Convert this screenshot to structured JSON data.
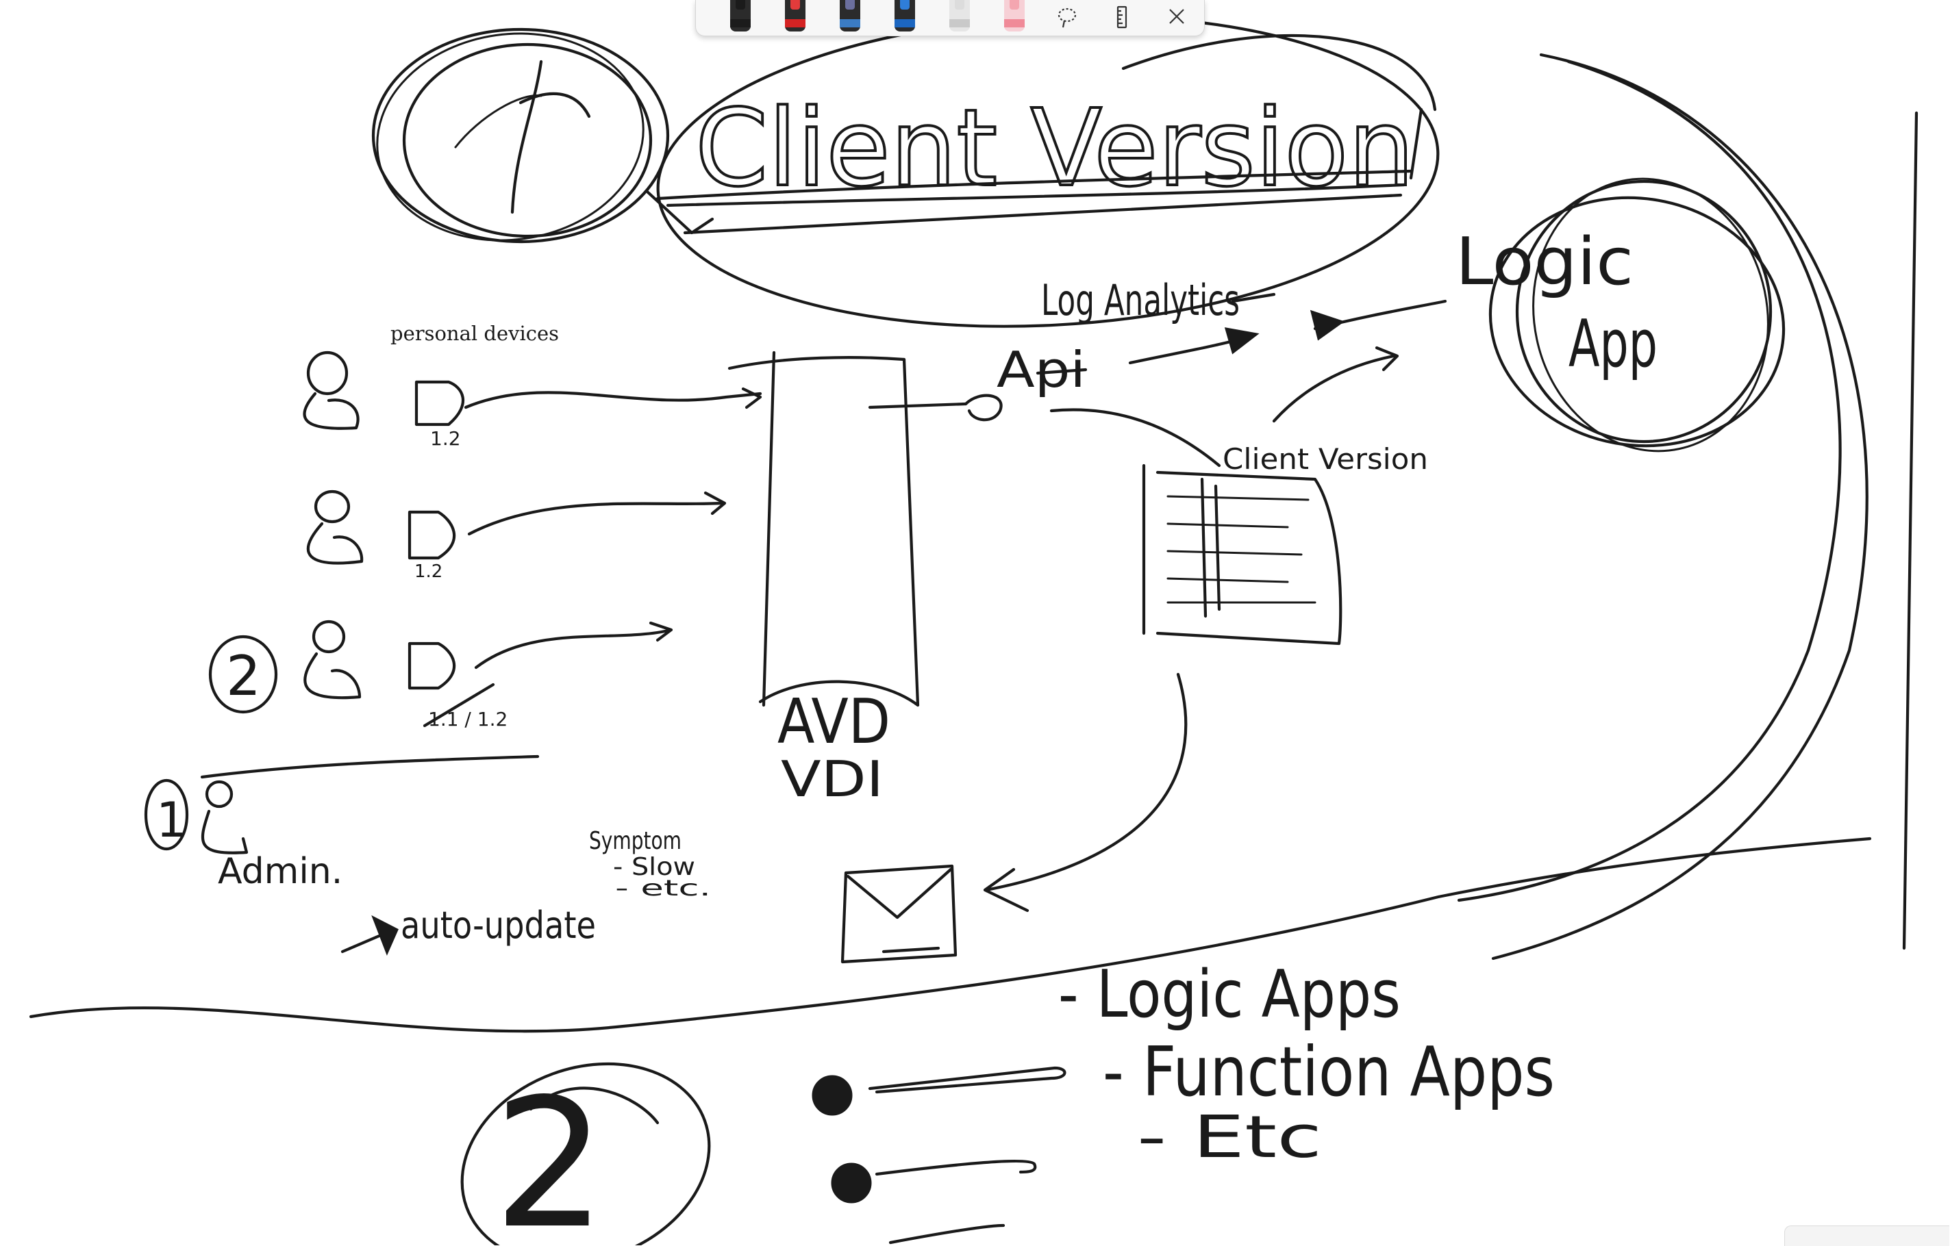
{
  "toolbar": {
    "tools": [
      {
        "name": "black-pen",
        "color": "#1b1b1b",
        "band": "#1b1b1b"
      },
      {
        "name": "red-pen",
        "color": "#e23b3b",
        "band": "#d42323"
      },
      {
        "name": "galaxy-pen",
        "color": "#6b6f9e",
        "band": "#3b7cc4"
      },
      {
        "name": "blue-pen",
        "color": "#2f7ed8",
        "band": "#1c66c0"
      },
      {
        "name": "pencil",
        "color": "#dcdcdc",
        "band": "#c9c9c9"
      },
      {
        "name": "highlighter",
        "color": "#f4a6b0",
        "band": "#f08a98"
      }
    ],
    "icons": [
      "lasso-select-icon",
      "ruler-icon",
      "close-icon"
    ]
  },
  "canvas": {
    "typed_label": "personal devices"
  },
  "handwriting": {
    "circle_one": "1",
    "client_version": "Client Version",
    "log_analytics": "Log Analytics",
    "api": "Api",
    "logic_app_line1": "Logic",
    "logic_app_line2": "App",
    "client_version_small": "Client Version",
    "device_label_1": "1.2",
    "device_label_2": "1.2",
    "device_label_3": "1.1 / 1.2",
    "circle_two_small": "2",
    "circle_one_small": "1",
    "admin": "Admin.",
    "avd": "AVD",
    "vdi": "VDI",
    "symptom": "Symptom",
    "slow": "- Slow",
    "etc_small": "- etc.",
    "auto_update": "auto-update",
    "logic_apps": "- Logic Apps",
    "function_apps": "- Function Apps",
    "etc": "- Etc",
    "circle_two_big": "2"
  }
}
